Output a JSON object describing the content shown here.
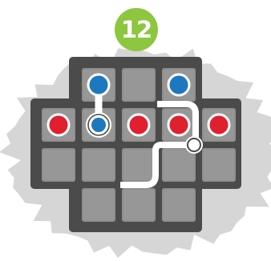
{
  "level": {
    "number": "12"
  },
  "colors": {
    "badge": "#8dc63f",
    "splat": "#d6d6d6",
    "board_frame": "#4b4b4b",
    "tile": "#8f8f8f",
    "tile_highlight": "#a6a6a6",
    "red_ball": "#e0202e",
    "blue_ball": "#1c79c0",
    "track": "#ffffff"
  },
  "board": {
    "columns": 5,
    "rows": 4,
    "missing_cells": [
      [
        0,
        0
      ],
      [
        0,
        4
      ],
      [
        3,
        0
      ],
      [
        3,
        4
      ]
    ],
    "pieces": [
      {
        "row": 0,
        "col": 1,
        "color": "blue",
        "kind": "ball"
      },
      {
        "row": 0,
        "col": 3,
        "color": "blue",
        "kind": "ball"
      },
      {
        "row": 1,
        "col": 0,
        "color": "red",
        "kind": "ball"
      },
      {
        "row": 1,
        "col": 1,
        "color": "blue",
        "kind": "ringed-ball"
      },
      {
        "row": 1,
        "col": 2,
        "color": "red",
        "kind": "ball"
      },
      {
        "row": 1,
        "col": 3,
        "color": "red",
        "kind": "ball"
      },
      {
        "row": 1,
        "col": 4,
        "color": "red",
        "kind": "ball"
      }
    ]
  }
}
